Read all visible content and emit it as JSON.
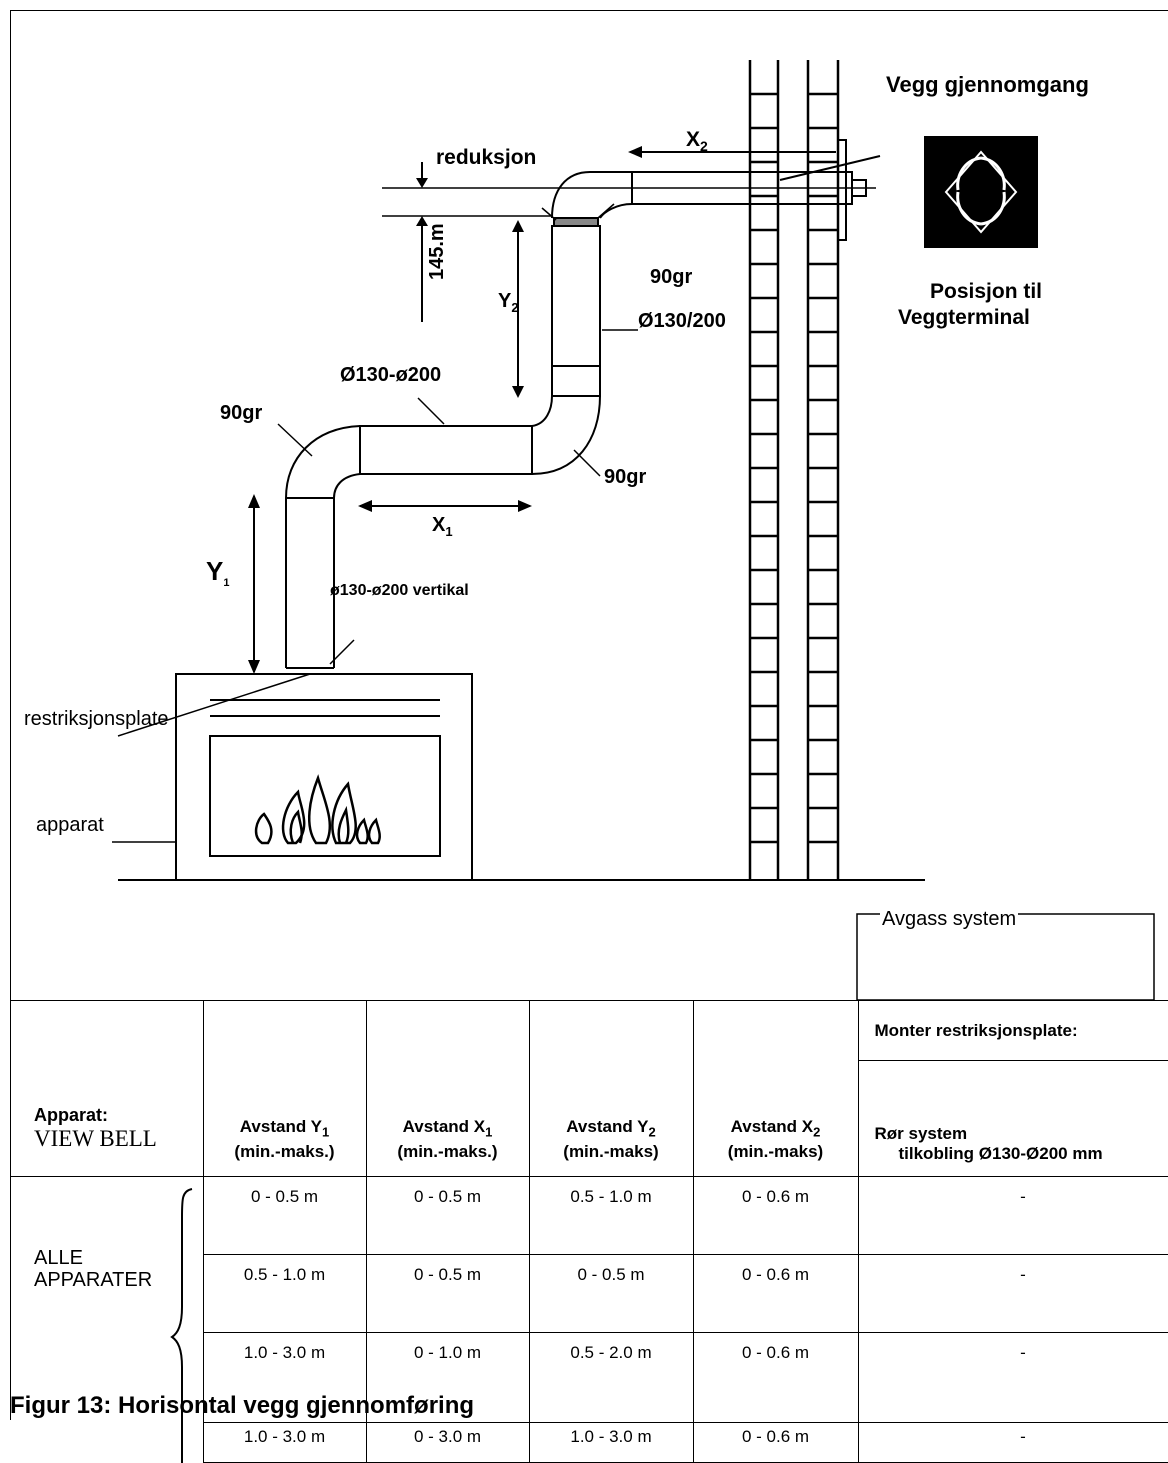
{
  "diagram": {
    "labels": {
      "wall_passage": "Vegg gjennomgang",
      "terminal_position_1": "Posisjon til",
      "terminal_position_2": "Veggterminal",
      "reduction": "reduksjon",
      "x2": "X",
      "x2_sub": "2",
      "dim_145": "145.m",
      "y2": "Y",
      "y2_sub": "2",
      "bend_top": "90gr",
      "pipe_top": "Ø130/200",
      "pipe_mid": "Ø130-ø200",
      "bend_left": "90gr",
      "bend_mid": "90gr",
      "x1": "X",
      "x1_sub": "1",
      "y1": "Y",
      "y1_sub": "1",
      "vertical_pipe": "ø130-ø200 vertikal",
      "restriction_plate": "restriksjonsplate",
      "appliance": "apparat",
      "exhaust_system": "Avgass system"
    }
  },
  "table": {
    "apparat_label": "Apparat:",
    "apparat_name": "VIEW BELL",
    "col_y1": "Avstand Y",
    "col_y1_sub": "1",
    "col_y1_range": "(min.-maks.)",
    "col_x1": "Avstand X",
    "col_x1_sub": "1",
    "col_x1_range": "(min.-maks.)",
    "col_y2": "Avstand Y",
    "col_y2_sub": "2",
    "col_y2_range": "(min.-maks)",
    "col_x2": "Avstand X",
    "col_x2_sub": "2",
    "col_x2_range": "(min.-maks)",
    "restriction_header": "Monter restriksjonsplate:",
    "pipe_system_1": "Rør system",
    "pipe_system_2": "tilkobling Ø130-Ø200 mm",
    "group_label_1": "ALLE",
    "group_label_2": "APPARATER",
    "rows": [
      {
        "y1": "0 - 0.5 m",
        "x1": "0 - 0.5 m",
        "y2": "0.5 - 1.0 m",
        "x2": "0 - 0.6 m",
        "plate": "-"
      },
      {
        "y1": "0.5 - 1.0 m",
        "x1": "0 - 0.5 m",
        "y2": "0 - 0.5 m",
        "x2": "0 - 0.6 m",
        "plate": "-"
      },
      {
        "y1": "1.0 - 3.0 m",
        "x1": "0 - 1.0 m",
        "y2": "0.5 - 2.0 m",
        "x2": "0 - 0.6 m",
        "plate": "-"
      },
      {
        "y1": "1.0 - 3.0 m",
        "x1": "0 - 3.0 m",
        "y2": "1.0 - 3.0 m",
        "x2": "0 - 0.6 m",
        "plate": "-"
      }
    ]
  },
  "caption": "Figur 13:  Horisontal vegg gjennomføring"
}
